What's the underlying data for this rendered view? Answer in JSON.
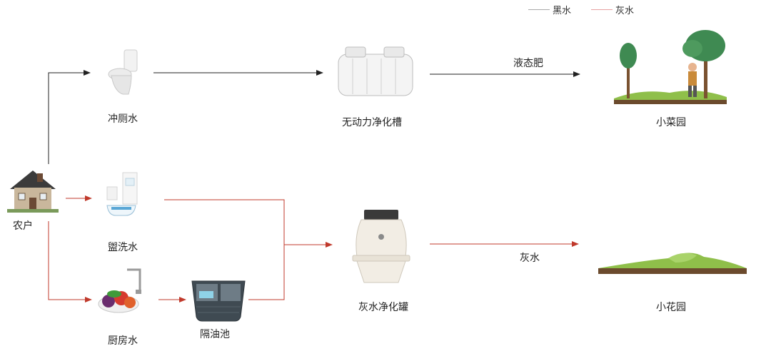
{
  "legend": {
    "black_water": "黑水",
    "grey_water": "灰水",
    "colors": {
      "black": "#a9a9a9",
      "grey": "#e6a0a0"
    }
  },
  "nodes": {
    "farmhouse": "农户",
    "toilet_water": "冲厕水",
    "wash_water": "盥洗水",
    "kitchen_water": "厨房水",
    "grease_trap": "隔油池",
    "septic_tank": "无动力净化槽",
    "greywater_tank": "灰水净化罐",
    "vegetable_garden": "小菜园",
    "flower_garden": "小花园"
  },
  "edge_labels": {
    "liquid_fertilizer": "液态肥",
    "grey_water": "灰水"
  },
  "colors": {
    "black_line": "#222222",
    "red_line": "#c0392b"
  }
}
